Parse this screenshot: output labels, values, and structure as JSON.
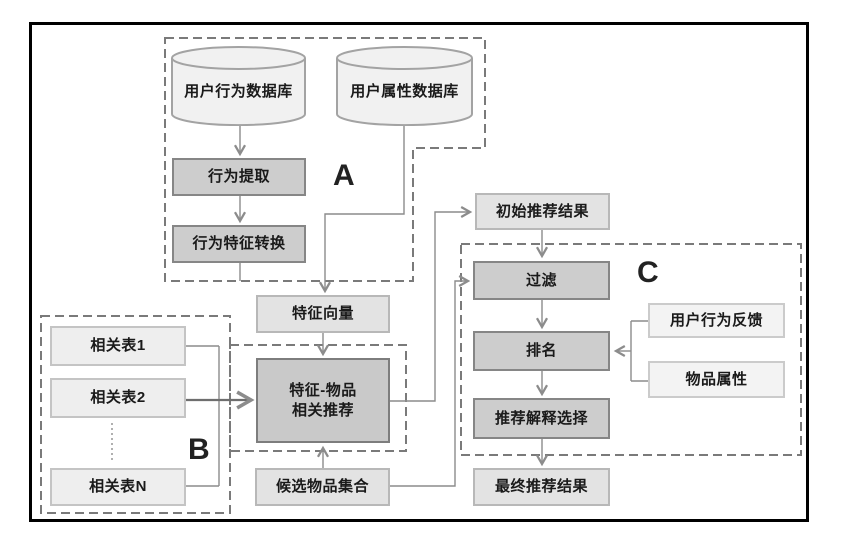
{
  "diagram": {
    "groups": {
      "a": "A",
      "b": "B",
      "c": "C"
    },
    "nodes": {
      "db_user_behavior": "用户行为数据库",
      "db_user_attribute": "用户属性数据库",
      "behavior_extraction": "行为提取",
      "behavior_feature_transform": "行为特征转换",
      "feature_vector": "特征向量",
      "feature_item_rec_line1": "特征-物品",
      "feature_item_rec_line2": "相关推荐",
      "related_table_1": "相关表1",
      "related_table_2": "相关表2",
      "related_table_n": "相关表N",
      "candidate_item_set": "候选物品集合",
      "initial_rec_result": "初始推荐结果",
      "filter": "过滤",
      "ranking": "排名",
      "rec_explanation_selection": "推荐解释选择",
      "final_rec_result": "最终推荐结果",
      "user_behavior_feedback": "用户行为反馈",
      "item_attribute": "物品属性"
    },
    "colors": {
      "frame_border": "#000000",
      "group_dash_border": "#7a7a7a",
      "dark_box_fill": "#cdcdcd",
      "dark_box_border": "#868686",
      "light_box_fill": "#e3e3e3",
      "light_box_border": "#b8b8b8",
      "cylinder_fill": "#f1f1f1",
      "connector": "#8c8c8c",
      "text": "#1a1a1a"
    }
  }
}
